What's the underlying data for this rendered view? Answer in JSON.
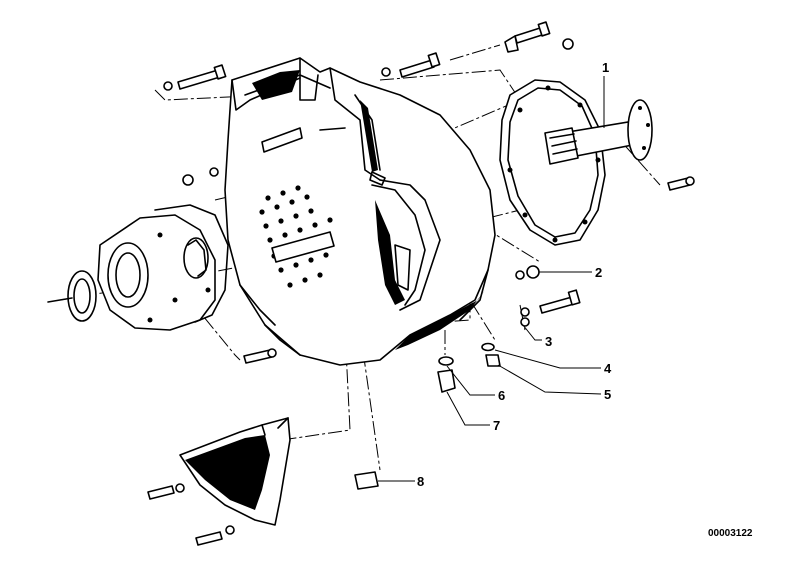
{
  "diagram": {
    "part_numbers": [
      "1",
      "2",
      "3",
      "4",
      "5",
      "6",
      "7",
      "8"
    ],
    "reference_code": "00003122"
  }
}
